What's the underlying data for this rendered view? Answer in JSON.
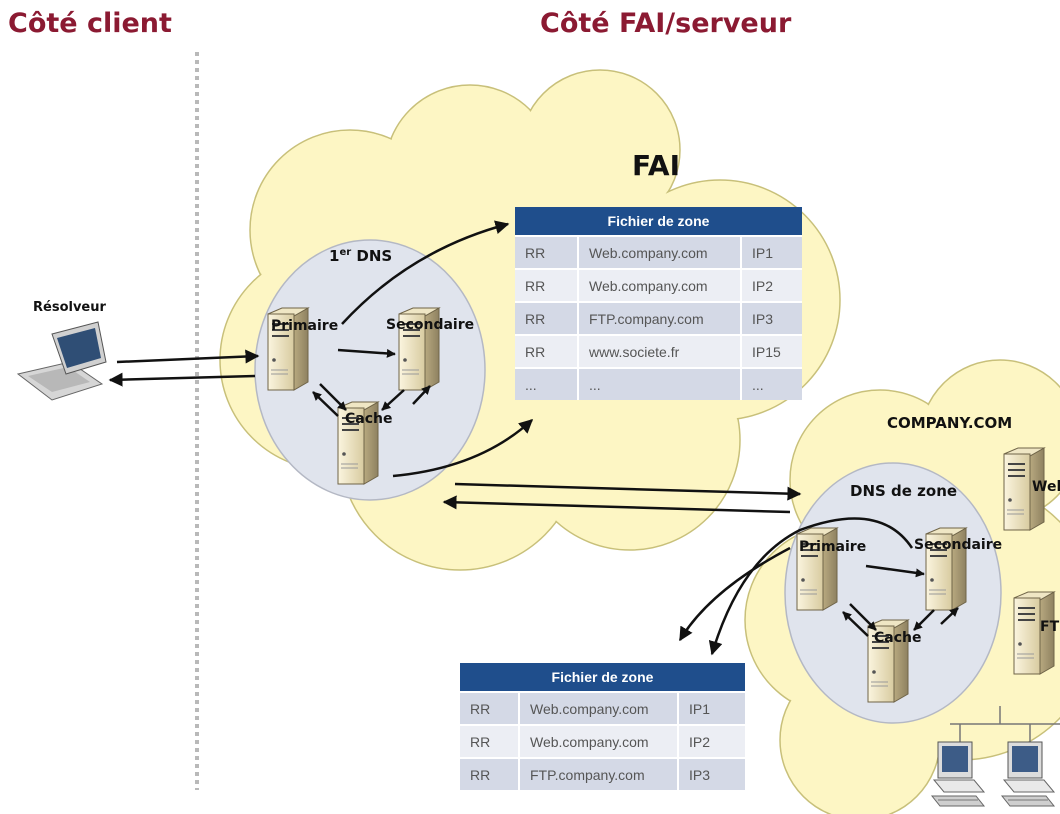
{
  "headings": {
    "client": "Côté client",
    "server": "Côté FAI/serveur"
  },
  "colors": {
    "heading": "#8b1a32",
    "cloud": "#fdf6c4",
    "circle": "#e0e4ed",
    "table_header": "#1f4e8c",
    "row_dark": "#d4d9e6",
    "row_light": "#eceef4",
    "arrow": "#111111"
  },
  "diagram": {
    "resolver_label": "Résolveur",
    "fai_label": "FAI",
    "dns1_label_main": "1",
    "dns1_label_sup": "er",
    "dns1_label_rest": " DNS",
    "fai_servers": {
      "primary": "Primaire",
      "secondary": "Secondaire",
      "cache": "Cache"
    },
    "company_label": "COMPANY.COM",
    "zone_dns_label": "DNS de zone",
    "company_servers": {
      "primary": "Primaire",
      "secondary": "Secondaire",
      "cache": "Cache",
      "web": "Web",
      "ftp": "FTP"
    },
    "icons": [
      "laptop-icon",
      "server-icon",
      "workstation-icon"
    ]
  },
  "zone_table_fai": {
    "title": "Fichier de zone",
    "rows": [
      [
        "RR",
        "Web.company.com",
        "IP1"
      ],
      [
        "RR",
        "Web.company.com",
        "IP2"
      ],
      [
        "RR",
        "FTP.company.com",
        "IP3"
      ],
      [
        "RR",
        "www.societe.fr",
        "IP15"
      ],
      [
        "...",
        "...",
        "..."
      ]
    ]
  },
  "zone_table_company": {
    "title": "Fichier de zone",
    "rows": [
      [
        "RR",
        "Web.company.com",
        "IP1"
      ],
      [
        "RR",
        "Web.company.com",
        "IP2"
      ],
      [
        "RR",
        "FTP.company.com",
        "IP3"
      ]
    ]
  }
}
